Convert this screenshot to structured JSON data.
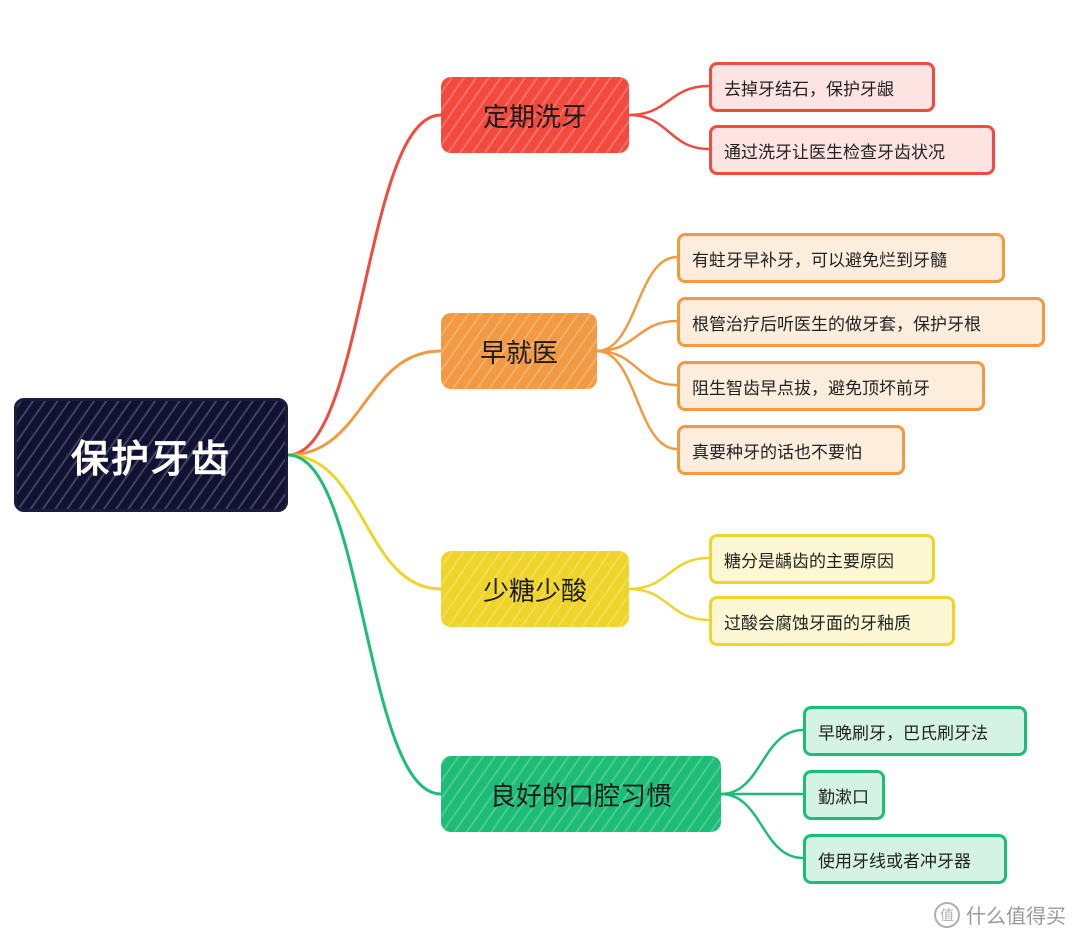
{
  "root": {
    "label": "保护牙齿"
  },
  "colors": {
    "root": "#111133",
    "red": "#f24a3e",
    "red_leaf_bg": "#fde3e2",
    "orange": "#f19a43",
    "orange_leaf_bg": "#fdeddd",
    "yellow": "#efd42a",
    "yellow_leaf_bg": "#fdf8d3",
    "green": "#1dbd77",
    "green_leaf_bg": "#d4f3e5"
  },
  "branches": [
    {
      "label": "定期洗牙",
      "color": "red",
      "leaves": [
        "去掉牙结石，保护牙龈",
        "通过洗牙让医生检查牙齿状况"
      ]
    },
    {
      "label": "早就医",
      "color": "orange",
      "leaves": [
        "有蛀牙早补牙，可以避免烂到牙髓",
        "根管治疗后听医生的做牙套，保护牙根",
        "阻生智齿早点拔，避免顶坏前牙",
        "真要种牙的话也不要怕"
      ]
    },
    {
      "label": "少糖少酸",
      "color": "yellow",
      "leaves": [
        "糖分是龋齿的主要原因",
        "过酸会腐蚀牙面的牙釉质"
      ]
    },
    {
      "label": "良好的口腔习惯",
      "color": "green",
      "leaves": [
        "早晚刷牙，巴氏刷牙法",
        "勤漱口",
        "使用牙线或者冲牙器"
      ]
    }
  ],
  "watermark": {
    "text": "什么值得买",
    "icon": "zhi-logo-icon"
  }
}
